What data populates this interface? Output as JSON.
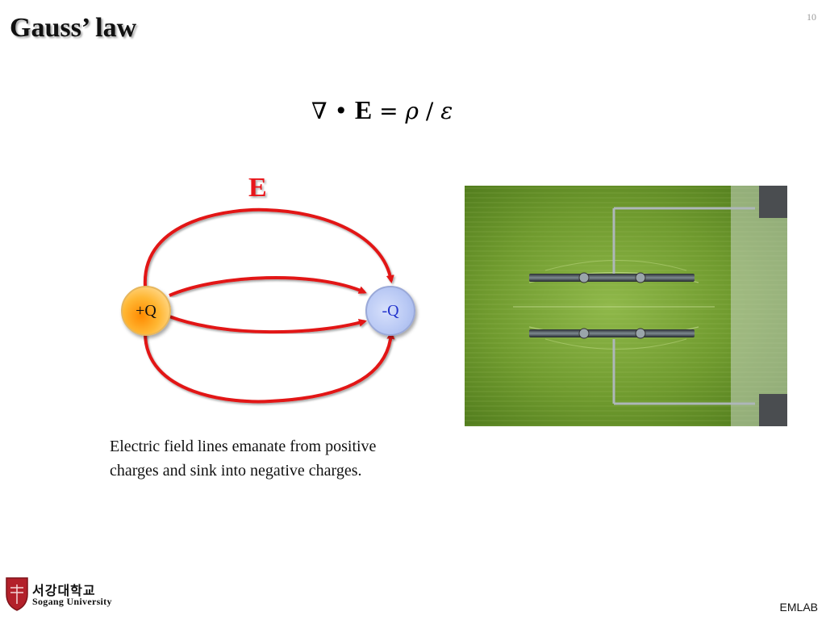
{
  "slide": {
    "title": "Gauss’ law",
    "page_number": "10"
  },
  "equation": {
    "nabla": "∇",
    "dot": "•",
    "E": "E",
    "equals": "=",
    "rho": "ρ",
    "slash": "/",
    "epsilon": "ε"
  },
  "diagram": {
    "field_label": "E",
    "positive_charge": "+Q",
    "negative_charge": "-Q",
    "line_color": "#e21414"
  },
  "caption": {
    "line1": "Electric field lines emanate from positive",
    "line2": "charges and sink into negative charges."
  },
  "footer": {
    "university_korean": "서강대학교",
    "university_english": "Sogang University",
    "brand": "EMLAB"
  },
  "colors": {
    "accent_red": "#e8161b",
    "shield_red": "#b3202a"
  }
}
